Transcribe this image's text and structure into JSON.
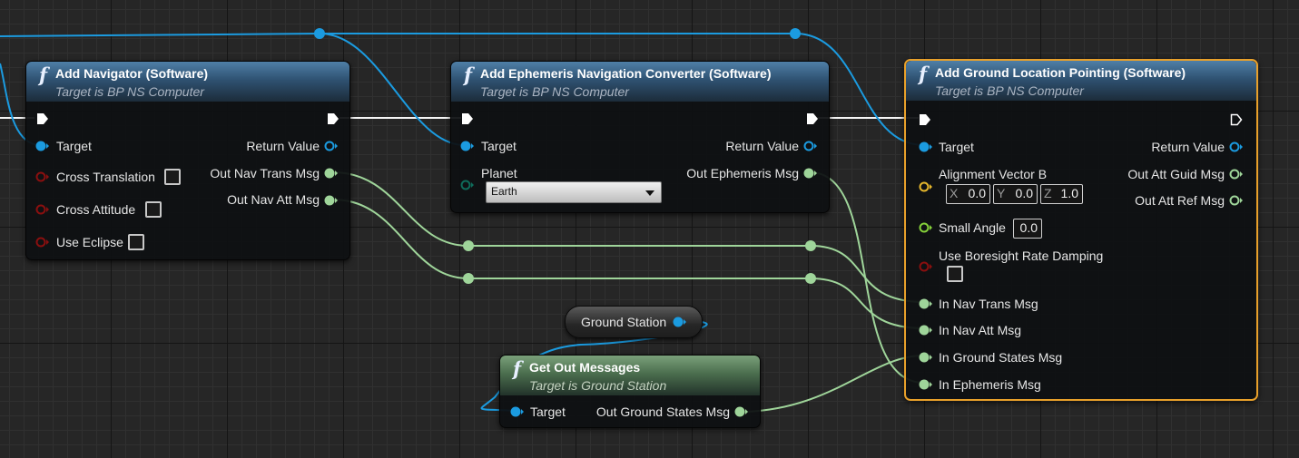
{
  "nodes": {
    "add_navigator": {
      "title": "Add Navigator (Software)",
      "subtitle": "Target is BP NS Computer",
      "inputs": {
        "target": "Target",
        "cross_translation": "Cross Translation",
        "cross_attitude": "Cross Attitude",
        "use_eclipse": "Use Eclipse"
      },
      "outputs": {
        "return_value": "Return Value",
        "out_nav_trans_msg": "Out Nav Trans Msg",
        "out_nav_att_msg": "Out Nav Att Msg"
      }
    },
    "add_ephemeris": {
      "title": "Add Ephemeris Navigation Converter (Software)",
      "subtitle": "Target is BP NS Computer",
      "inputs": {
        "target": "Target",
        "planet": "Planet",
        "planet_value": "Earth"
      },
      "outputs": {
        "return_value": "Return Value",
        "out_ephemeris_msg": "Out Ephemeris Msg"
      }
    },
    "add_ground_location": {
      "title": "Add Ground Location Pointing (Software)",
      "subtitle": "Target is BP NS Computer",
      "inputs": {
        "target": "Target",
        "alignment_vector_b": "Alignment Vector B",
        "x_label": "X",
        "x_value": "0.0",
        "y_label": "Y",
        "y_value": "0.0",
        "z_label": "Z",
        "z_value": "1.0",
        "small_angle": "Small Angle",
        "small_angle_value": "0.0",
        "use_boresight": "Use Boresight Rate Damping",
        "in_nav_trans_msg": "In Nav Trans Msg",
        "in_nav_att_msg": "In Nav Att Msg",
        "in_ground_states_msg": "In Ground States Msg",
        "in_ephemeris_msg": "In Ephemeris Msg"
      },
      "outputs": {
        "return_value": "Return Value",
        "out_att_guid_msg": "Out Att Guid Msg",
        "out_att_ref_msg": "Out Att Ref Msg"
      }
    },
    "ground_station": {
      "label": "Ground Station"
    },
    "get_out_messages": {
      "title": "Get Out Messages",
      "subtitle": "Target is Ground Station",
      "inputs": {
        "target": "Target"
      },
      "outputs": {
        "out_ground_states_msg": "Out Ground States Msg"
      }
    }
  },
  "colors": {
    "object_pin": "#1b9be0",
    "struct_pin": "#9fd59a",
    "bool_pin": "#8b0f0f",
    "vector_pin": "#e7b82c",
    "float_pin": "#86d23a",
    "enum_pin": "#0f6c5a",
    "exec_pin": "#ffffff",
    "selection": "#e8a02a",
    "function_header": "#3b6a92",
    "pure_function_header": "#5b845d"
  },
  "icons": {
    "function": "function-f-icon",
    "exec": "exec-arrow-icon"
  }
}
